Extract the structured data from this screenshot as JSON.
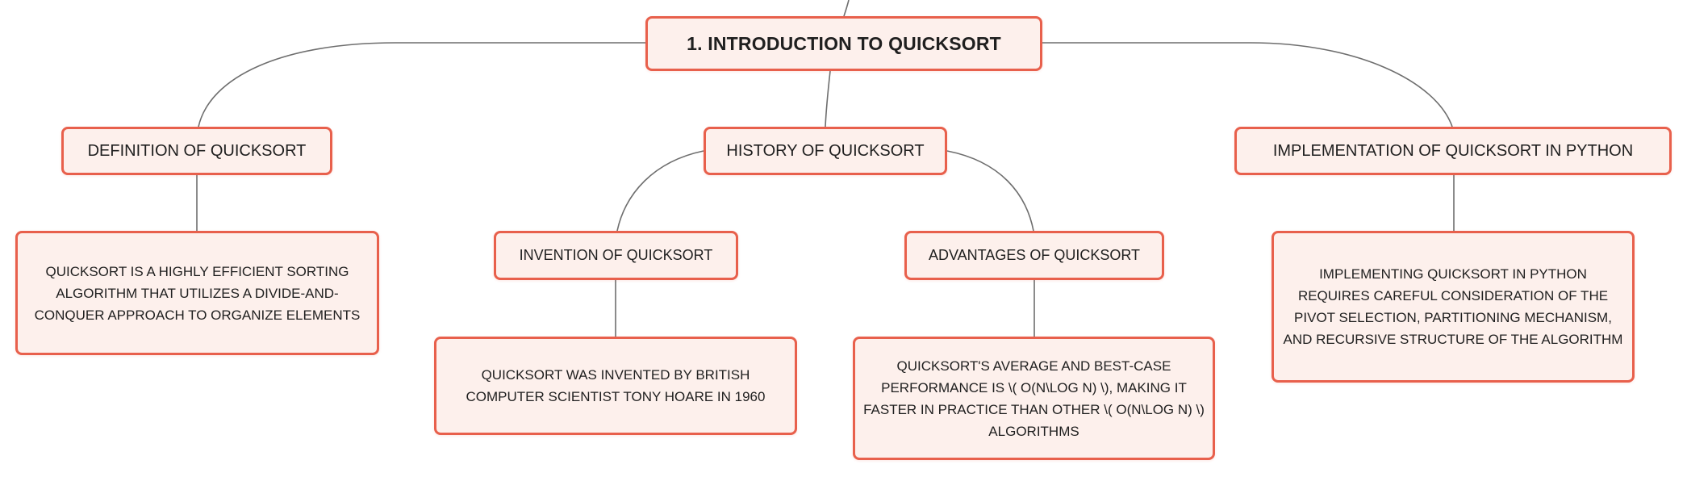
{
  "mindmap": {
    "root": {
      "label": "1. INTRODUCTION TO QUICKSORT"
    },
    "definition": {
      "label": "DEFINITION OF QUICKSORT",
      "detail": "QUICKSORT IS A HIGHLY EFFICIENT SORTING ALGORITHM THAT UTILIZES A DIVIDE-AND-CONQUER APPROACH TO ORGANIZE ELEMENTS"
    },
    "history": {
      "label": "HISTORY OF QUICKSORT",
      "invention": {
        "label": "INVENTION OF QUICKSORT",
        "detail": "QUICKSORT WAS INVENTED BY BRITISH COMPUTER SCIENTIST TONY HOARE IN 1960"
      },
      "advantages": {
        "label": "ADVANTAGES OF QUICKSORT",
        "detail": "QUICKSORT'S AVERAGE AND BEST-CASE PERFORMANCE IS \\( O(N\\LOG N) \\), MAKING IT FASTER IN PRACTICE THAN OTHER \\( O(N\\LOG N) \\) ALGORITHMS"
      }
    },
    "implementation": {
      "label": "IMPLEMENTATION OF QUICKSORT IN PYTHON",
      "detail": "IMPLEMENTING QUICKSORT IN PYTHON REQUIRES CAREFUL CONSIDERATION OF THE PIVOT SELECTION, PARTITIONING MECHANISM, AND RECURSIVE STRUCTURE OF THE ALGORITHM"
    }
  }
}
